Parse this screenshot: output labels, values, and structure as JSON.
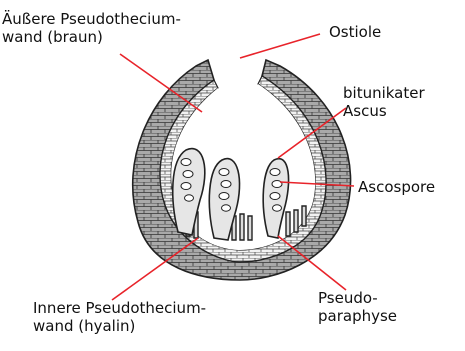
{
  "labels": {
    "outer_wall_line1": "Äußere Pseudothecium-",
    "outer_wall_line2": "wand (braun)",
    "ostiole": "Ostiole",
    "ascus_line1": "bitunikater",
    "ascus_line2": "Ascus",
    "ascospore": "Ascospore",
    "inner_wall_line1": "Innere Pseudothecium-",
    "inner_wall_line2": "wand (hyalin)",
    "pseudoparaphyse_line1": "Pseudo-",
    "pseudoparaphyse_line2": "paraphyse"
  },
  "colors": {
    "leader_line": "#e8232a",
    "outer_wall_fill": "#a9a9a9",
    "inner_wall_fill": "#ececec",
    "outline": "#222222",
    "text": "#111111",
    "background": "#ffffff"
  }
}
